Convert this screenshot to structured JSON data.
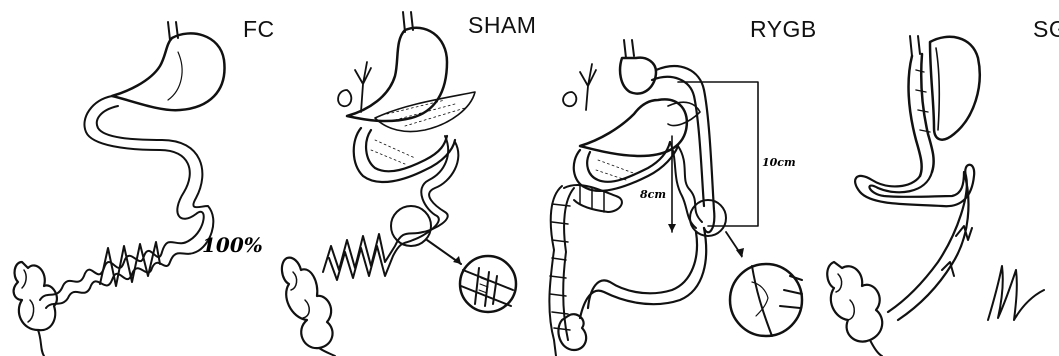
{
  "panels": [
    {
      "label": "FC",
      "annotation": "100%"
    },
    {
      "label": "SHAM"
    },
    {
      "label": "RYGB",
      "measure_long": "10cm",
      "measure_short": "8cm"
    },
    {
      "label": "SG"
    }
  ]
}
